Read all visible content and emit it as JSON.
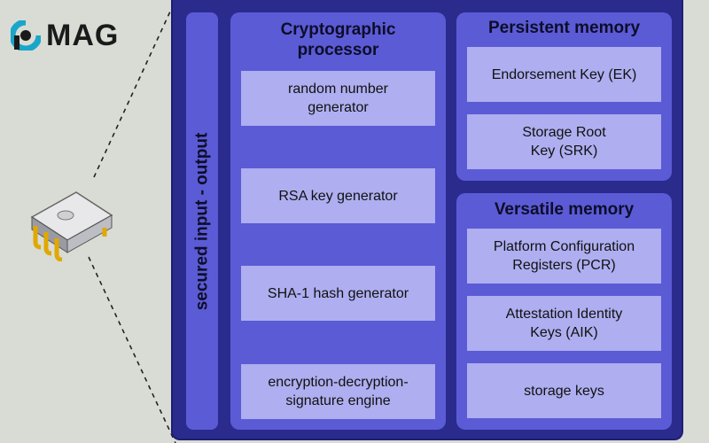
{
  "logo": {
    "text": "MAG"
  },
  "io_label": "secured input - output",
  "crypto": {
    "title": "Cryptographic\nprocessor",
    "items": [
      "random number\ngenerator",
      "RSA key generator",
      "SHA-1 hash generator",
      "encryption-decryption-\nsignature engine"
    ]
  },
  "persistent": {
    "title": "Persistent memory",
    "items": [
      "Endorsement Key (EK)",
      "Storage Root\nKey (SRK)"
    ]
  },
  "versatile": {
    "title": "Versatile memory",
    "items": [
      "Platform Configuration\nRegisters (PCR)",
      "Attestation Identity\nKeys (AIK)",
      "storage keys"
    ]
  },
  "colors": {
    "background": "#d9dcd5",
    "outer": "#2b2b8e",
    "panel": "#5b5bd6",
    "box": "#aeaef0",
    "logo_accent": "#1aa6c9"
  }
}
